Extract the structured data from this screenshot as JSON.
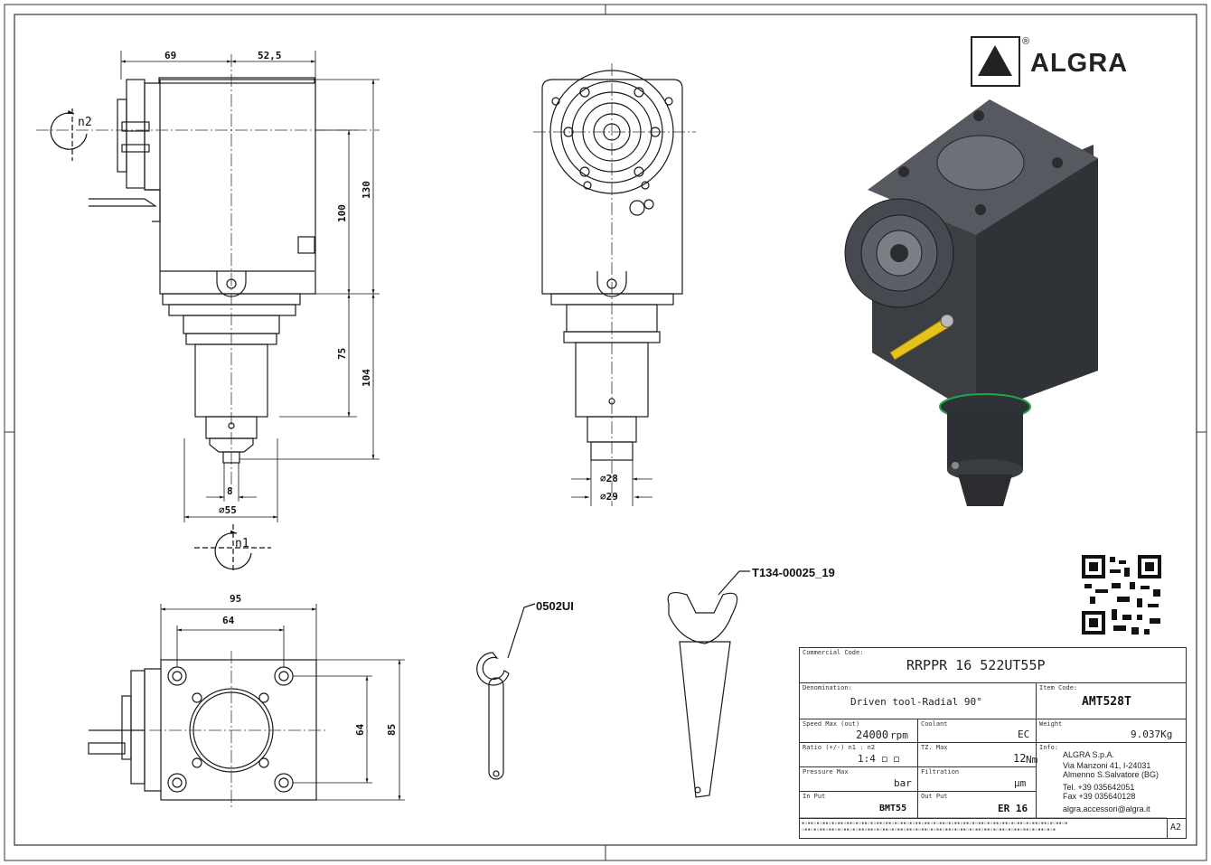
{
  "brand": {
    "name": "ALGRA",
    "registered": "®"
  },
  "dimensions": {
    "side_width_left": "69",
    "side_width_right": "52,5",
    "height_100": "100",
    "height_130": "130",
    "height_75": "75",
    "height_104": "104",
    "diameter_55": "∅55",
    "shank_8": "8",
    "diameter_28": "∅28",
    "diameter_29": "∅29",
    "base_95": "95",
    "base_64_h": "64",
    "base_64_v": "64",
    "base_85": "85"
  },
  "rotations": {
    "n2": "n2",
    "n1": "n1"
  },
  "accessories": {
    "wrench_small": "0502UI",
    "wrench_large": "T134-00025_19"
  },
  "title_block": {
    "commercial_code": {
      "caption": "Commercial Code:",
      "value": "RRPPR 16 522UT55P"
    },
    "denomination": {
      "caption": "Denomination:",
      "value": "Driven tool-Radial 90°"
    },
    "item_code": {
      "caption": "Item Code:",
      "value": "AMT528T"
    },
    "speed_max": {
      "caption": "Speed Max (out)",
      "value": "24000",
      "unit": "rpm"
    },
    "coolant": {
      "caption": "Coolant",
      "value": "EC"
    },
    "weight": {
      "caption": "Weight",
      "value": "9.037Kg"
    },
    "ratio": {
      "caption": "Ratio (+/-) n1 : n2",
      "value": "1:4 ◻ ◻"
    },
    "tz_max": {
      "caption": "TZ. Max",
      "value": "12",
      "unit": "Nm"
    },
    "info": {
      "caption": "Info:"
    },
    "pressure_max": {
      "caption": "Pressure Max",
      "unit": "bar"
    },
    "filtration": {
      "caption": "Filtration",
      "unit": "µm"
    },
    "input": {
      "caption": "In Put",
      "value": "BMT55"
    },
    "output": {
      "caption": "Out Put",
      "value": "ER 16"
    },
    "sheet_size": "A2",
    "company": {
      "name": "ALGRA S.p.A.",
      "address1": "Via Manzoni 41, I-24031",
      "address2": "Almenno S.Salvatore (BG)",
      "tel": "Tel. +39 035642051",
      "fax": "Fax +39 035640128",
      "email": "algra.accessori@algra.it"
    }
  },
  "colors": {
    "line": "#1a1a1a",
    "body_dark": "#3c3f44",
    "body_mid": "#55585e",
    "pin": "#e6c21c",
    "ring": "#1fa64a"
  },
  "icons": [
    "algra-triangle-logo-icon",
    "qr-code-icon",
    "rotation-arrow-icon"
  ]
}
